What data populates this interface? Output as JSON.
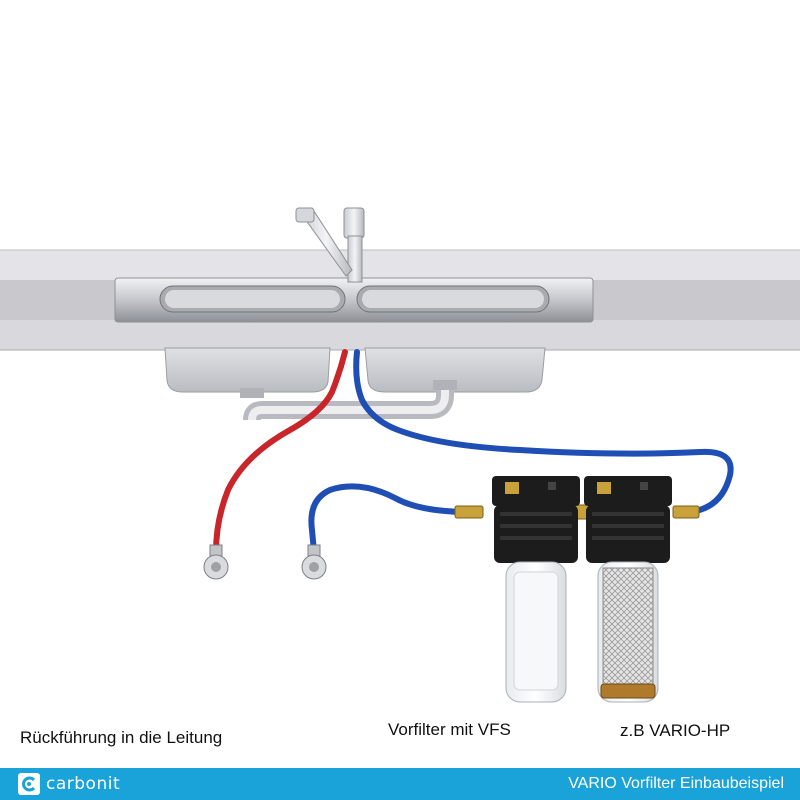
{
  "captions": {
    "return_line": "Rückführung in die Leitung",
    "prefilter": "Vorfilter mit VFS",
    "vario": "z.B VARIO-HP"
  },
  "footer": {
    "brand": "carbonit",
    "title": "VARIO Vorfilter Einbaubeispiel",
    "background": "#1aa3d8"
  },
  "colors": {
    "hot_hose": "#c8262a",
    "cold_hose": "#1f4fb5",
    "filter_head": "#1c1c1c",
    "fitting_brass": "#c9a13a",
    "countertop": "#cfcfd3"
  },
  "icons": [
    "faucet-icon",
    "carbonit-logo-icon"
  ]
}
